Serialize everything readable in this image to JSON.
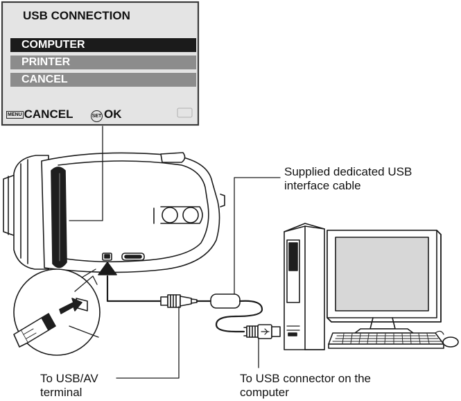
{
  "lcd_menu": {
    "title": "USB CONNECTION",
    "items": [
      {
        "label": "COMPUTER",
        "selected": true
      },
      {
        "label": "PRINTER",
        "selected": false
      },
      {
        "label": "CANCEL",
        "selected": false
      }
    ],
    "footer": {
      "menu_badge": "MENU",
      "cancel_label": "CANCEL",
      "set_badge": "SET",
      "ok_label": "OK"
    }
  },
  "callouts": {
    "cable": [
      "Supplied dedicated USB",
      "interface cable"
    ],
    "usb_av": [
      "To USB/AV",
      "terminal"
    ],
    "usb_connector": [
      "To USB connector on the",
      "computer"
    ]
  },
  "colors": {
    "lcd_bg": "#e4e4e4",
    "lcd_border": "#3a3a3a",
    "item_bg": "#8c8c8c",
    "item_selected_bg": "#1b1b1b",
    "monitor_screen": "#d7d7d7",
    "line": "#1a1a1a"
  }
}
